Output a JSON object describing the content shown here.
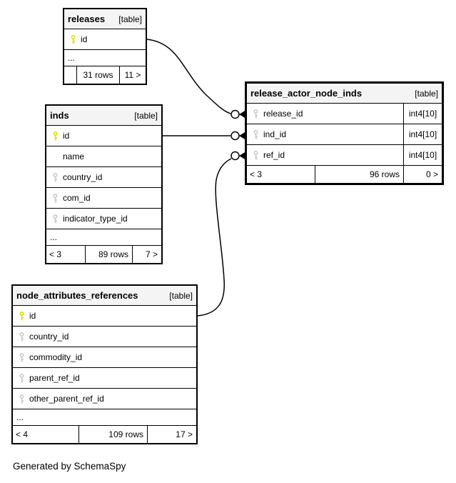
{
  "footer_note": "Generated by SchemaSpy",
  "colors": {
    "primary_key_icon": "#e0e000",
    "foreign_key_icon": "#c9c9c9",
    "header_bg": "#f4f4f4",
    "border": "#000000"
  },
  "relationships": [
    {
      "from": "releases.id",
      "to": "release_actor_node_inds.release_id"
    },
    {
      "from": "inds.id",
      "to": "release_actor_node_inds.ind_id"
    },
    {
      "from": "node_attributes_references.id",
      "to": "release_actor_node_inds.ref_id"
    }
  ],
  "tables": {
    "releases": {
      "name": "releases",
      "tag": "[table]",
      "columns": [
        {
          "name": "id",
          "key": "primary"
        }
      ],
      "ellipsis": "...",
      "footer": {
        "parents": "",
        "rows": "31 rows",
        "children": "11 >"
      }
    },
    "inds": {
      "name": "inds",
      "tag": "[table]",
      "columns": [
        {
          "name": "id",
          "key": "primary"
        },
        {
          "name": "name",
          "key": "none"
        },
        {
          "name": "country_id",
          "key": "foreign"
        },
        {
          "name": "com_id",
          "key": "foreign"
        },
        {
          "name": "indicator_type_id",
          "key": "foreign"
        }
      ],
      "ellipsis": "...",
      "footer": {
        "parents": "< 3",
        "rows": "89 rows",
        "children": "7 >"
      }
    },
    "release_actor_node_inds": {
      "name": "release_actor_node_inds",
      "tag": "[table]",
      "columns": [
        {
          "name": "release_id",
          "key": "foreign",
          "type": "int4[10]"
        },
        {
          "name": "ind_id",
          "key": "foreign",
          "type": "int4[10]"
        },
        {
          "name": "ref_id",
          "key": "foreign",
          "type": "int4[10]"
        }
      ],
      "footer": {
        "parents": "< 3",
        "rows": "96 rows",
        "children": "0 >"
      }
    },
    "node_attributes_references": {
      "name": "node_attributes_references",
      "tag": "[table]",
      "columns": [
        {
          "name": "id",
          "key": "primary"
        },
        {
          "name": "country_id",
          "key": "foreign"
        },
        {
          "name": "commodity_id",
          "key": "foreign"
        },
        {
          "name": "parent_ref_id",
          "key": "foreign"
        },
        {
          "name": "other_parent_ref_id",
          "key": "foreign"
        }
      ],
      "ellipsis": "...",
      "footer": {
        "parents": "< 4",
        "rows": "109 rows",
        "children": "17 >"
      }
    }
  }
}
